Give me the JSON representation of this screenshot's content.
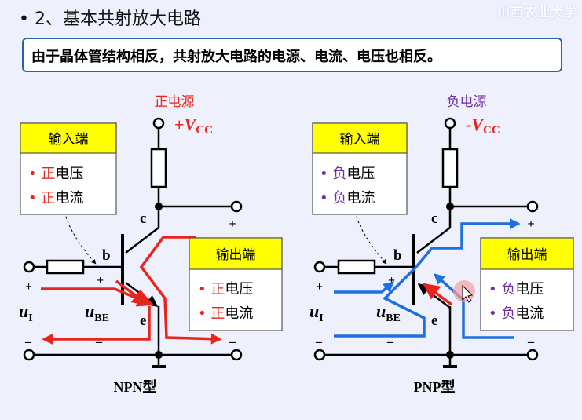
{
  "watermark": "山西农业大学",
  "slide": {
    "title": "• 2、基本共射放大电路",
    "note": "由于晶体管结构相反，共射放大电路的电源、电流、电压也相反。"
  },
  "npn": {
    "supply_title": "正电源",
    "vcc_sign": "+",
    "vcc_v": "V",
    "vcc_sub": "CC",
    "input_title": "输入端",
    "input_items": [
      {
        "pol": "正",
        "word": "电压"
      },
      {
        "pol": "正",
        "word": "电流"
      }
    ],
    "output_title": "输出端",
    "output_items": [
      {
        "pol": "正",
        "word": "电压"
      },
      {
        "pol": "正",
        "word": "电流"
      }
    ],
    "terminal_c": "c",
    "terminal_b": "b",
    "terminal_e": "e",
    "u_i": "u",
    "u_i_sub": "I",
    "u_be": "u",
    "u_be_sub": "BE",
    "plus": "+",
    "minus": "–",
    "caption": "NPN型"
  },
  "pnp": {
    "supply_title": "负电源",
    "vcc_sign": "-",
    "vcc_v": "V",
    "vcc_sub": "CC",
    "input_title": "输入端",
    "input_items": [
      {
        "pol": "负",
        "word": "电压"
      },
      {
        "pol": "负",
        "word": "电流"
      }
    ],
    "output_title": "输出端",
    "output_items": [
      {
        "pol": "负",
        "word": "电压"
      },
      {
        "pol": "负",
        "word": "电流"
      }
    ],
    "terminal_c": "c",
    "terminal_b": "b",
    "terminal_e": "e",
    "u_i": "u",
    "u_i_sub": "I",
    "u_be": "u",
    "u_be_sub": "BE",
    "plus": "+",
    "minus": "–",
    "caption": "PNP型"
  },
  "colors": {
    "positive_red": "#e8241c",
    "negative_purple": "#7030a0",
    "flow_blue": "#1f6fe0",
    "box_yellow": "#ffff00",
    "note_border": "#2d62a8"
  }
}
